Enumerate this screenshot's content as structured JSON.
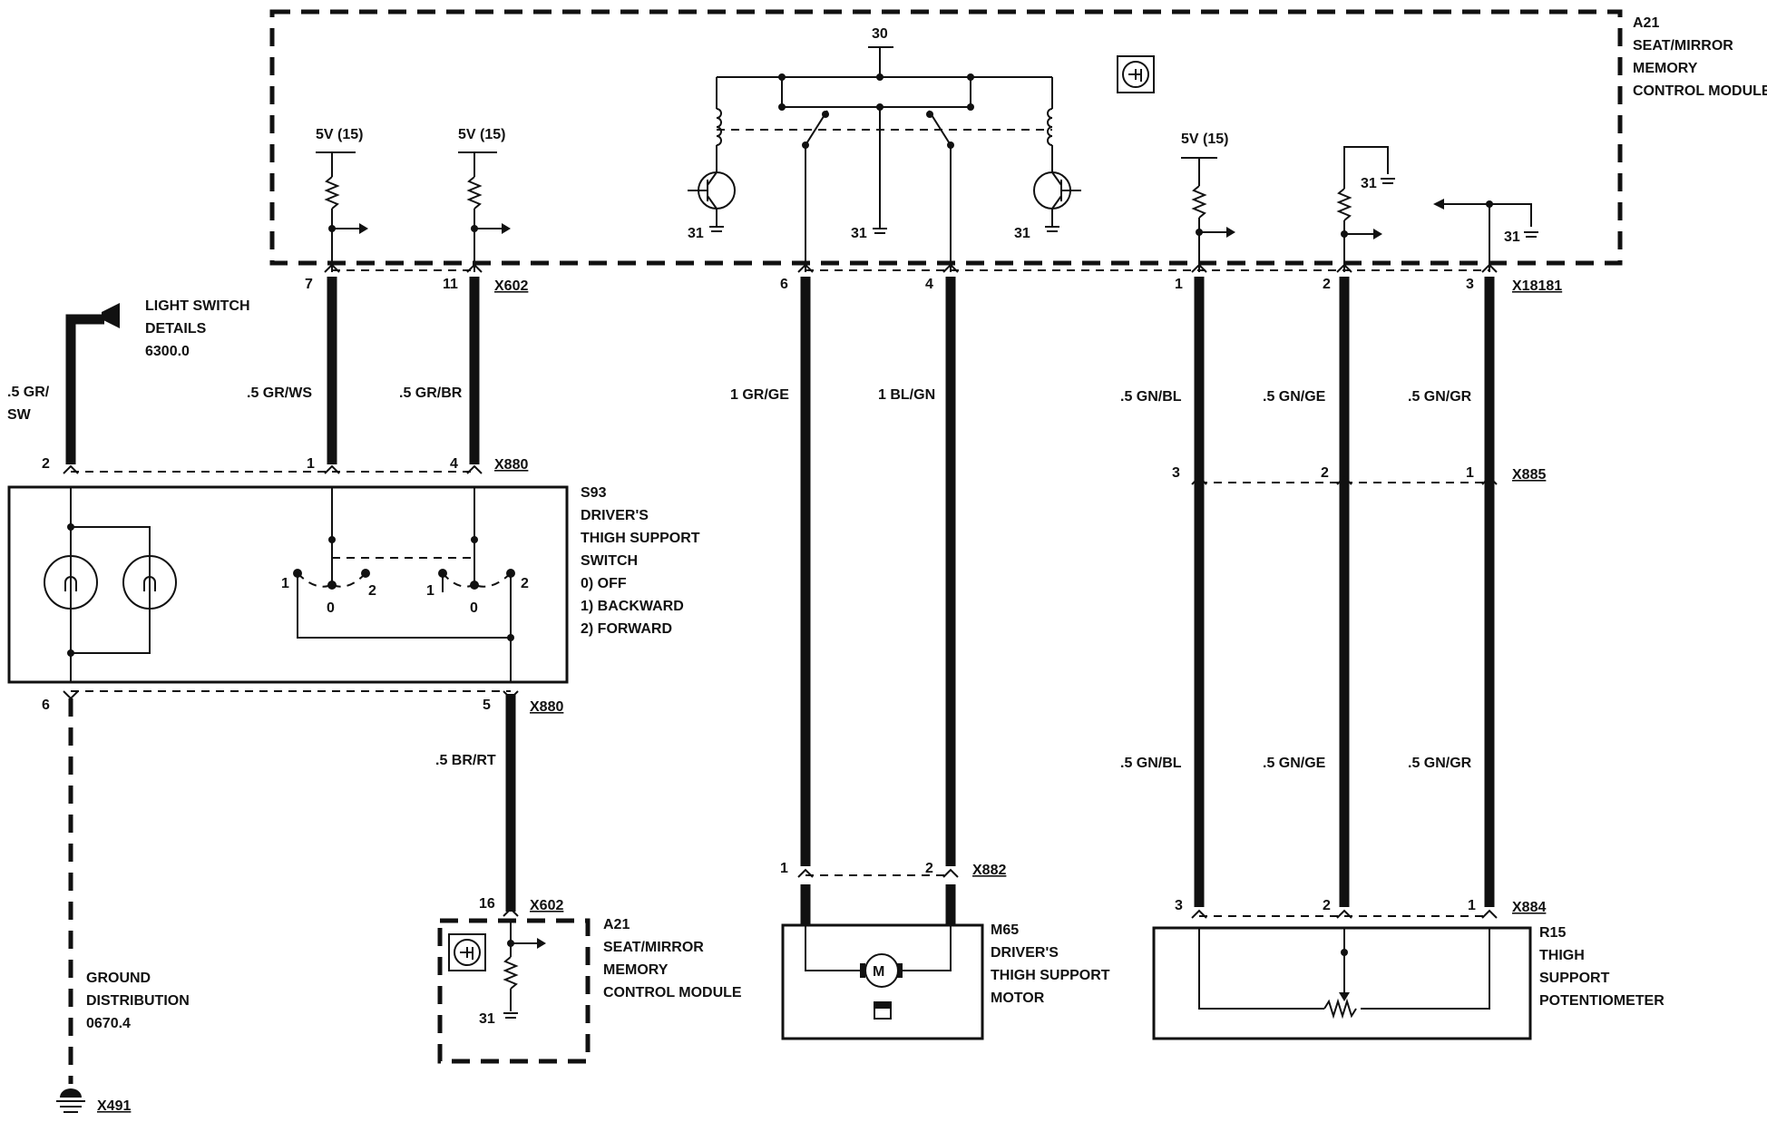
{
  "modules": {
    "a21_top": [
      "A21",
      "SEAT/MIRROR",
      "MEMORY",
      "CONTROL MODULE"
    ],
    "a21_bottom": [
      "A21",
      "SEAT/MIRROR",
      "MEMORY",
      "CONTROL MODULE"
    ],
    "s93": [
      "S93",
      "DRIVER'S",
      "THIGH SUPPORT",
      "SWITCH",
      "0)   OFF",
      "1)   BACKWARD",
      "2)   FORWARD"
    ],
    "m65": [
      "M65",
      "DRIVER'S",
      "THIGH SUPPORT",
      "MOTOR"
    ],
    "r15": [
      "R15",
      "THIGH",
      "SUPPORT",
      "POTENTIOMETER"
    ]
  },
  "refs": {
    "light_switch": [
      "LIGHT SWITCH",
      "DETAILS",
      "6300.0"
    ],
    "ground_distribution": [
      "GROUND",
      "DISTRIBUTION",
      "0670.4"
    ]
  },
  "supply": {
    "v5_a": "5V (15)",
    "v5_b": "5V (15)",
    "v5_c": "5V (15)",
    "term_30": "30",
    "gnd_a": "31",
    "gnd_b": "31",
    "gnd_c": "31",
    "gnd_d": "31",
    "gnd_e": "31",
    "gnd_f": "31"
  },
  "connectors": {
    "x602_top": "X602",
    "x880_top": "X880",
    "x880_bot": "X880",
    "x602_bot": "X602",
    "x18181": "X18181",
    "x885": "X885",
    "x882": "X882",
    "x884": "X884",
    "x491": "X491"
  },
  "wires": {
    "gr_sw_1": ".5 GR/",
    "gr_sw_2": "SW",
    "gr_ws": ".5 GR/WS",
    "gr_br": ".5 GR/BR",
    "br_rt": ".5 BR/RT",
    "gr_ge": "1 GR/GE",
    "bl_gn": "1 BL/GN",
    "gn_bl_top": ".5 GN/BL",
    "gn_ge_top": ".5 GN/GE",
    "gn_gr_top": ".5 GN/GR",
    "gn_bl_bot": ".5 GN/BL",
    "gn_ge_bot": ".5 GN/GE",
    "gn_gr_bot": ".5 GN/GR"
  },
  "pins": {
    "p7": "7",
    "p11": "11",
    "p2a": "2",
    "p1a": "1",
    "p4a": "4",
    "p6b": "6",
    "p5b": "5",
    "p16": "16",
    "p6m": "6",
    "p4m": "4",
    "p1m": "1",
    "p2m": "2",
    "p1r": "1",
    "p2r": "2",
    "p3r": "3",
    "p3x": "3",
    "p2x": "2",
    "p1x": "1",
    "p3y": "3",
    "p2y": "2",
    "p1y": "1"
  },
  "switch_positions": {
    "s1_left": "1",
    "s1_zero": "0",
    "s1_right": "2",
    "s2_left": "1",
    "s2_zero": "0",
    "s2_right": "2"
  },
  "motor_label": "M"
}
